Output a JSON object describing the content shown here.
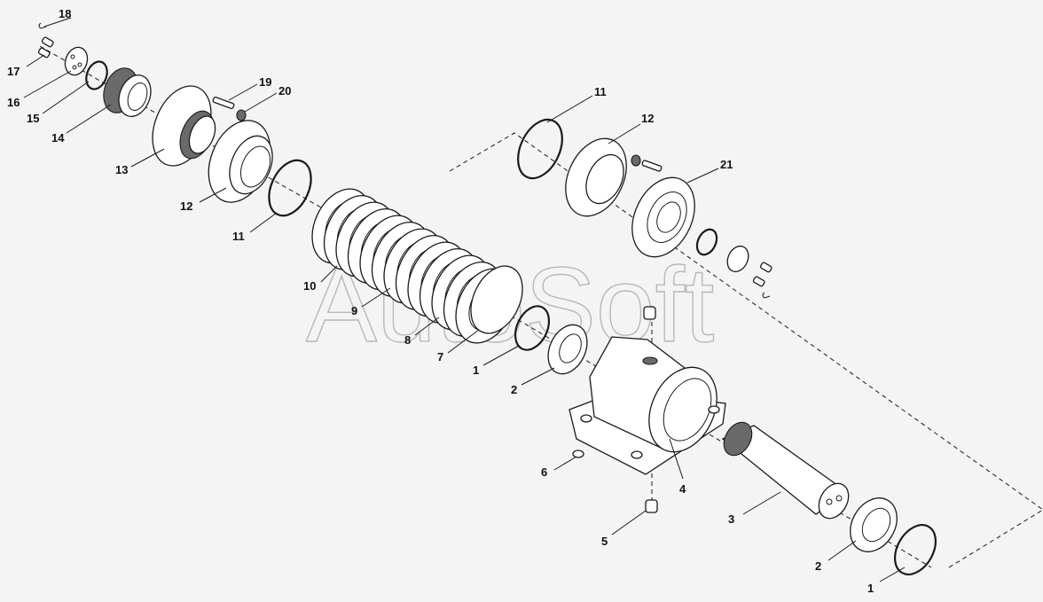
{
  "watermark": "AutoSoft",
  "labels": [
    {
      "id": "l18",
      "text": "18"
    },
    {
      "id": "l17",
      "text": "17"
    },
    {
      "id": "l16",
      "text": "16"
    },
    {
      "id": "l15",
      "text": "15"
    },
    {
      "id": "l14",
      "text": "14"
    },
    {
      "id": "l13",
      "text": "13"
    },
    {
      "id": "l19",
      "text": "19"
    },
    {
      "id": "l20",
      "text": "20"
    },
    {
      "id": "l12a",
      "text": "12"
    },
    {
      "id": "l11a",
      "text": "11"
    },
    {
      "id": "l10",
      "text": "10"
    },
    {
      "id": "l9",
      "text": "9"
    },
    {
      "id": "l8",
      "text": "8"
    },
    {
      "id": "l7",
      "text": "7"
    },
    {
      "id": "l1a",
      "text": "1"
    },
    {
      "id": "l2a",
      "text": "2"
    },
    {
      "id": "l11b",
      "text": "11"
    },
    {
      "id": "l12b",
      "text": "12"
    },
    {
      "id": "l21",
      "text": "21"
    },
    {
      "id": "l6",
      "text": "6"
    },
    {
      "id": "l4",
      "text": "4"
    },
    {
      "id": "l3",
      "text": "3"
    },
    {
      "id": "l5",
      "text": "5"
    },
    {
      "id": "l2b",
      "text": "2"
    },
    {
      "id": "l1b",
      "text": "1"
    }
  ]
}
